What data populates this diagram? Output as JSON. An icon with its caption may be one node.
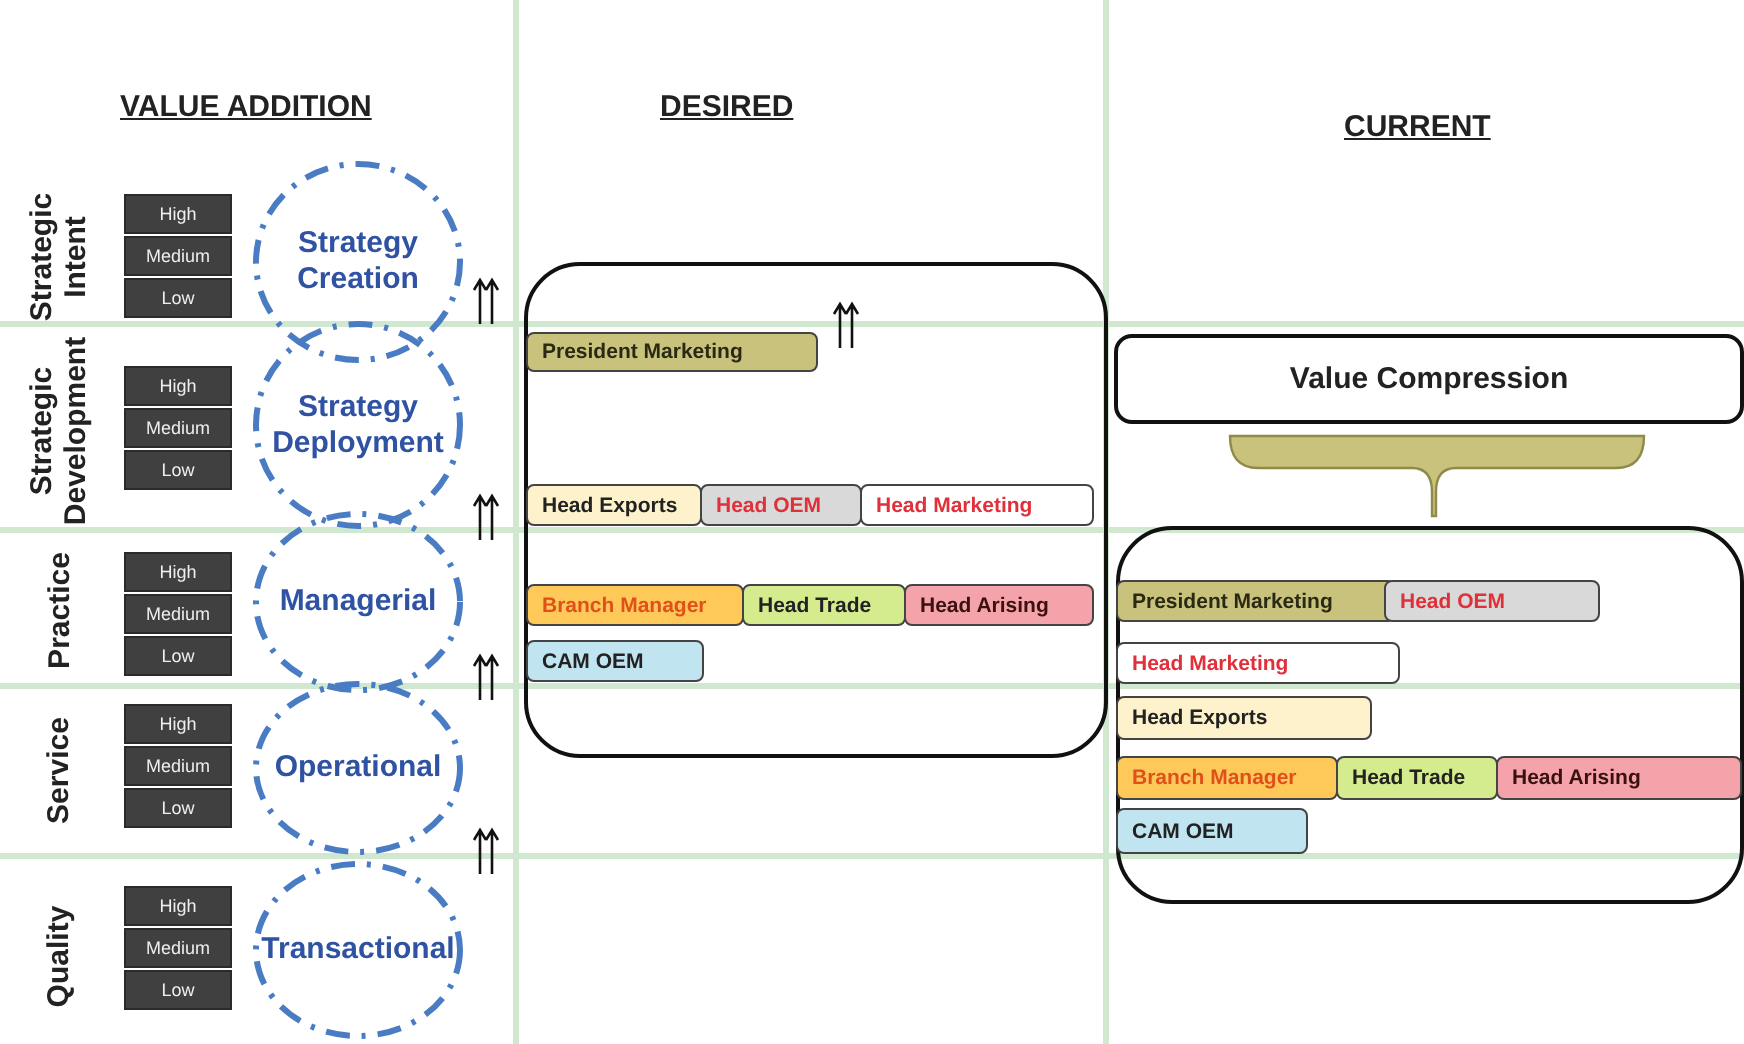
{
  "diagram": {
    "nodes": [
      {
        "text": [
          "High"
        ]
      },
      {
        "text": [
          "Medium"
        ]
      },
      {
        "text": [
          "Low"
        ]
      },
      {
        "text": [
          "Strategy Creation"
        ]
      },
      {
        "text": [
          "High"
        ]
      },
      {
        "text": [
          "Medium"
        ]
      },
      {
        "text": [
          "Low"
        ]
      },
      {
        "text": [
          "Strategy Deployment"
        ]
      },
      {
        "text": [
          "High"
        ]
      },
      {
        "text": [
          "Medium"
        ]
      },
      {
        "text": [
          "Low"
        ]
      },
      {
        "text": [
          "Managerial"
        ]
      },
      {
        "text": [
          "High"
        ]
      },
      {
        "text": [
          "Medium"
        ]
      },
      {
        "text": [
          "Low"
        ]
      },
      {
        "text": [
          "Operational"
        ]
      },
      {
        "text": [
          "High"
        ]
      },
      {
        "text": [
          "Medium"
        ]
      },
      {
        "text": [
          "Low"
        ]
      },
      {
        "text": [
          "Transactional"
        ]
      },
      {
        "text": [],
        "shape": "box"
      },
      {
        "text": [
          "President Marketing"
        ],
        "in": 20
      },
      {
        "text": [
          "Head Exports"
        ],
        "in": 20
      },
      {
        "text": [
          "Head OEM"
        ],
        "in": 20
      },
      {
        "text": [
          "Head Marketing"
        ],
        "in": 20
      },
      {
        "text": [
          "Branch Manager"
        ],
        "in": 20
      },
      {
        "text": [
          "Head Trade"
        ],
        "in": 20
      },
      {
        "text": [
          "Head Arising"
        ],
        "in": 20
      },
      {
        "text": [
          "CAM OEM"
        ],
        "in": 20
      },
      {
        "text": [
          "Value Compression"
        ]
      },
      {
        "text": [],
        "shape": "bracket"
      },
      {
        "text": [],
        "shape": "box"
      },
      {
        "text": [
          "President Marketing"
        ],
        "in": 31
      },
      {
        "text": [
          "Head OEM"
        ],
        "in": 31
      },
      {
        "text": [
          "Head Marketing"
        ],
        "in": 31
      },
      {
        "text": [
          "Head Exports"
        ],
        "in": 31
      },
      {
        "text": [
          "Branch Manager"
        ],
        "in": 31
      },
      {
        "text": [
          "Head Trade"
        ],
        "in": 31
      },
      {
        "text": [
          "Head Arising"
        ],
        "in": 31
      },
      {
        "text": [
          "CAM OEM"
        ],
        "in": 31
      }
    ],
    "labels": [
      "VALUE ADDITION",
      "DESIRED",
      "CURRENT",
      "Strategic Intent",
      "Strategic Development",
      "Practice",
      "Service",
      "Quality"
    ]
  }
}
